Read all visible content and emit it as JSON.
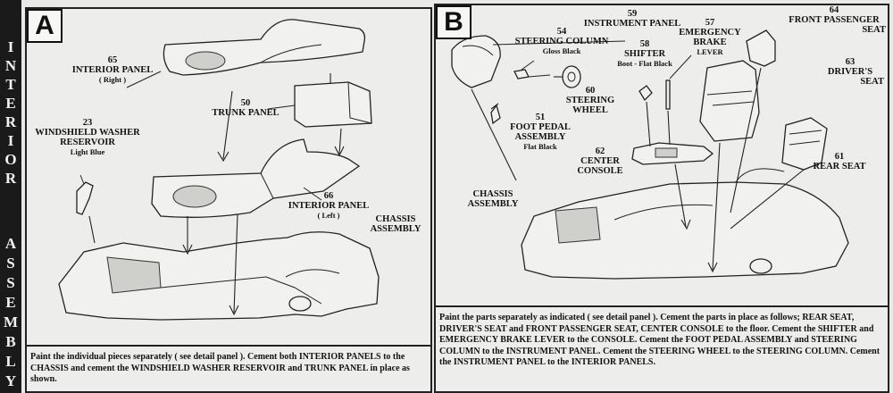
{
  "sidebar": {
    "letters_top": [
      "I",
      "N",
      "T",
      "E",
      "R",
      "I",
      "O",
      "R"
    ],
    "letters_bottom": [
      "A",
      "S",
      "S",
      "E",
      "M",
      "B",
      "L",
      "Y"
    ]
  },
  "panel_a": {
    "letter": "A",
    "labels": {
      "interior_right": {
        "num": "65",
        "name": "INTERIOR PANEL",
        "sub": "( Right )"
      },
      "trunk": {
        "num": "50",
        "name": "TRUNK PANEL"
      },
      "washer": {
        "num": "23",
        "name1": "WINDSHIELD WASHER",
        "name2": "RESERVOIR",
        "sub": "Light Blue"
      },
      "interior_left": {
        "num": "66",
        "name": "INTERIOR PANEL",
        "sub": "( Left )"
      },
      "chassis": {
        "name1": "CHASSIS",
        "name2": "ASSEMBLY"
      }
    },
    "caption": "Paint the individual pieces separately ( see detail panel ). Cement both INTERIOR PANELS to the CHASSIS and cement the WINDSHIELD WASHER RESERVOIR and TRUNK PANEL in place as shown."
  },
  "panel_b": {
    "letter": "B",
    "labels": {
      "instrument": {
        "num": "59",
        "name": "INSTRUMENT PANEL"
      },
      "steering_column": {
        "num": "54",
        "name": "STEERING COLUMN",
        "sub": "Gloss Black"
      },
      "shifter": {
        "num": "58",
        "name": "SHIFTER",
        "sub": "Boot - Flat Black"
      },
      "brake": {
        "num": "57",
        "name1": "EMERGENCY",
        "name2": "BRAKE",
        "sub": "LEVER"
      },
      "front_seat": {
        "num": "64",
        "name1": "FRONT PASSENGER",
        "name2": "SEAT"
      },
      "drivers_seat": {
        "num": "63",
        "name1": "DRIVER'S",
        "name2": "SEAT"
      },
      "wheel": {
        "num": "60",
        "name1": "STEERING",
        "name2": "WHEEL"
      },
      "pedal": {
        "num": "51",
        "name1": "FOOT PEDAL",
        "name2": "ASSEMBLY",
        "sub": "Flat Black"
      },
      "console": {
        "num": "62",
        "name1": "CENTER",
        "name2": "CONSOLE"
      },
      "rear_seat": {
        "num": "61",
        "name": "REAR SEAT"
      },
      "chassis": {
        "name1": "CHASSIS",
        "name2": "ASSEMBLY"
      }
    },
    "caption": "Paint the parts separately as indicated ( see detail panel ). Cement the parts in place as follows; REAR SEAT, DRIVER'S SEAT and FRONT PASSENGER SEAT, CENTER CONSOLE to the floor. Cement the SHIFTER and EMERGENCY BRAKE LEVER to the CONSOLE. Cement the FOOT PEDAL ASSEMBLY and STEERING COLUMN to the INSTRUMENT PANEL. Cement the STEERING WHEEL to the STEERING COLUMN. Cement the INSTRUMENT PANEL to the INTERIOR PANELS."
  }
}
